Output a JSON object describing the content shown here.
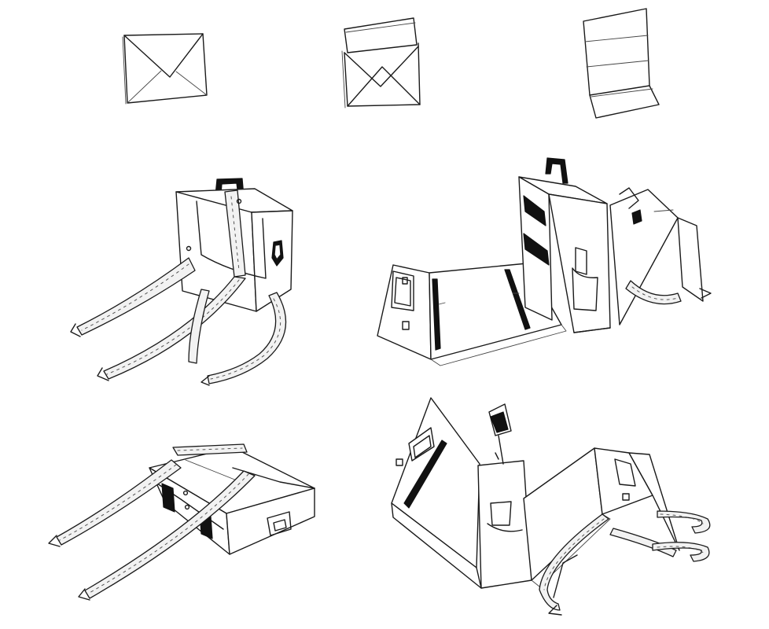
{
  "sheet": {
    "background": "#ffffff",
    "ink": "#1a1a1a",
    "sketches": [
      {
        "name": "closed-envelope-sketch"
      },
      {
        "name": "envelope-opening-sketch"
      },
      {
        "name": "unfolded-panel-sketch"
      },
      {
        "name": "backpack-upright-sketch"
      },
      {
        "name": "briefcase-unfolding-sketch"
      },
      {
        "name": "backpack-lying-flat-sketch"
      },
      {
        "name": "fully-unfolded-bag-sketch"
      }
    ]
  }
}
